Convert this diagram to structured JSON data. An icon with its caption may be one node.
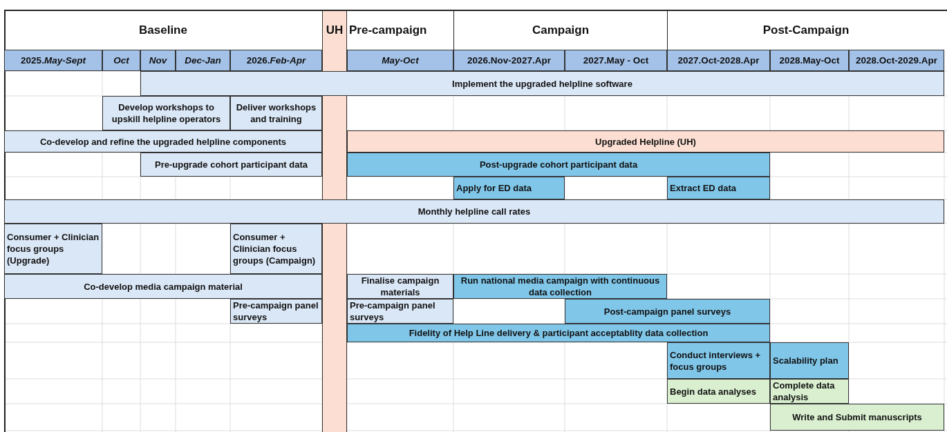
{
  "diagram": {
    "nodes": [
      {
        "text": [
          "Implement the upgraded helpline software"
        ]
      },
      {
        "text": [
          "Develop workshops to upskill helpline operators"
        ]
      },
      {
        "text": [
          "Deliver workshops and training"
        ]
      },
      {
        "text": [
          "Co-develop and refine the upgraded helpline components"
        ]
      },
      {
        "text": [
          "Upgraded Helpline (UH)"
        ]
      },
      {
        "text": [
          "Pre-upgrade cohort participant data"
        ]
      },
      {
        "text": [
          "Post-upgrade cohort participant data"
        ]
      },
      {
        "text": [
          "Apply for ED data"
        ]
      },
      {
        "text": [
          "Extract ED data"
        ]
      },
      {
        "text": [
          "Monthly helpline call rates"
        ]
      },
      {
        "text": [
          "Consumer + Clinician focus groups (Upgrade)"
        ]
      },
      {
        "text": [
          "Consumer + Clinician focus groups (Campaign)"
        ]
      },
      {
        "text": [
          "Co-develop media campaign material"
        ]
      },
      {
        "text": [
          "Finalise campaign materials"
        ]
      },
      {
        "text": [
          "Run national media campaign with continuous data collection"
        ]
      },
      {
        "text": [
          "Pre-campaign panel surveys"
        ]
      },
      {
        "text": [
          "Pre-campaign panel surveys"
        ]
      },
      {
        "text": [
          "Post-campaign panel surveys"
        ]
      },
      {
        "text": [
          "Fidelity of Help Line delivery & participant acceptablity data collection"
        ]
      },
      {
        "text": [
          "Conduct interviews + focus groups"
        ]
      },
      {
        "text": [
          "Scalability plan"
        ]
      },
      {
        "text": [
          "Begin data analyses"
        ]
      },
      {
        "text": [
          "Complete data analysis"
        ]
      },
      {
        "text": [
          "Write and Submit manuscripts"
        ]
      }
    ],
    "edges": [],
    "labels": [
      "Baseline",
      "UH",
      "Pre-campaign",
      "Campaign",
      "Post-Campaign",
      "2025.*May-Sept*",
      "Oct",
      "Nov",
      "Dec-Jan",
      "2026.*Feb-Apr*",
      "May-Oct",
      "2026.Nov-2027.Apr",
      "2027.May - Oct",
      "2027.Oct-2028.Apr",
      "2028.May-Oct",
      "2028.Oct-2029.Apr"
    ]
  }
}
